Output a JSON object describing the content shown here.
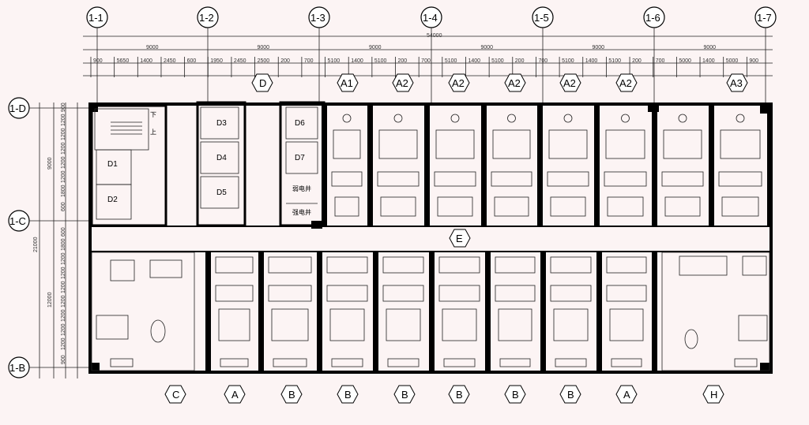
{
  "grid_top": [
    "1-1",
    "1-2",
    "1-3",
    "1-4",
    "1-5",
    "1-6",
    "1-7"
  ],
  "grid_left": [
    "1-D",
    "1-C",
    "1-B"
  ],
  "overall_dim": "54000",
  "bay_dims": [
    "9000",
    "9000",
    "9000",
    "9000",
    "9000",
    "9000"
  ],
  "sub_dims": [
    "900",
    "5650",
    "1400",
    "2450",
    "600",
    "1950",
    "2450",
    "2500",
    "200",
    "700",
    "5100",
    "1400",
    "5100",
    "200",
    "700",
    "5100",
    "1400",
    "5100",
    "200",
    "700",
    "5100",
    "1400",
    "5100",
    "200",
    "700",
    "5000",
    "1400",
    "5000",
    "900"
  ],
  "left_overall": "21000",
  "left_sub_upper": "9000",
  "left_sub_lower": "12000",
  "left_small_upper": [
    "900",
    "1200",
    "1200",
    "1200",
    "1200",
    "1200",
    "1800",
    "600"
  ],
  "left_small_lower": [
    "600",
    "1800",
    "1200",
    "1200",
    "1200",
    "1200",
    "1200",
    "1200",
    "1200",
    "900"
  ],
  "top_units": [
    "D",
    "A1",
    "A2",
    "A2",
    "A2",
    "A2",
    "A2",
    "A3"
  ],
  "bottom_units": [
    "C",
    "A",
    "B",
    "B",
    "B",
    "B",
    "B",
    "B",
    "A",
    "H"
  ],
  "corridor": "E",
  "rooms": {
    "D1": "D1",
    "D2": "D2",
    "D3": "D3",
    "D4": "D4",
    "D5": "D5",
    "D6": "D6",
    "D7": "D7"
  },
  "weak_shaft": "弱电井",
  "strong_shaft": "强电井",
  "stair_down": "下",
  "stair_up": "上"
}
